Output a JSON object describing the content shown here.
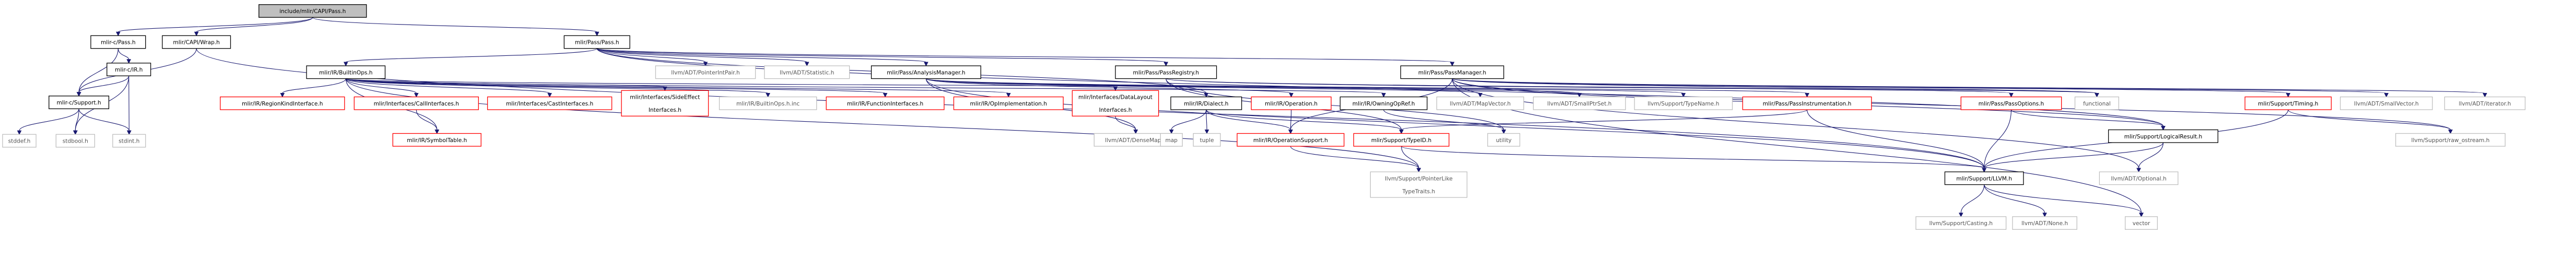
{
  "graph": {
    "title": "include/mlir/CAPI/Pass.h",
    "colors": {
      "edge": "#191970",
      "root_fill": "#bfbfbf",
      "documented_border": "#000000",
      "undocumented_border": "#ff0000",
      "external_border": "#bfbfbf"
    },
    "nodes": [
      {
        "id": "root",
        "label": "include/mlir/CAPI/Pass.h",
        "kind": "root"
      },
      {
        "id": "mlir_c_pass",
        "label": "mlir-c/Pass.h",
        "kind": "normal"
      },
      {
        "id": "capi_wrap",
        "label": "mlir/CAPI/Wrap.h",
        "kind": "normal"
      },
      {
        "id": "pass_pass",
        "label": "mlir/Pass/Pass.h",
        "kind": "normal"
      },
      {
        "id": "mlir_c_ir",
        "label": "mlir-c/IR.h",
        "kind": "normal"
      },
      {
        "id": "mlir_c_support",
        "label": "mlir-c/Support.h",
        "kind": "normal"
      },
      {
        "id": "stddef",
        "label": "stddef.h",
        "kind": "grey"
      },
      {
        "id": "stdbool",
        "label": "stdbool.h",
        "kind": "grey"
      },
      {
        "id": "stdint",
        "label": "stdint.h",
        "kind": "grey"
      },
      {
        "id": "builtinops",
        "label": "mlir/IR/BuiltinOps.h",
        "kind": "normal"
      },
      {
        "id": "pointerintpair",
        "label": "llvm/ADT/PointerIntPair.h",
        "kind": "grey"
      },
      {
        "id": "statistic",
        "label": "llvm/ADT/Statistic.h",
        "kind": "grey"
      },
      {
        "id": "analysismanager",
        "label": "mlir/Pass/AnalysisManager.h",
        "kind": "normal"
      },
      {
        "id": "passregistry",
        "label": "mlir/Pass/PassRegistry.h",
        "kind": "normal"
      },
      {
        "id": "passmanager",
        "label": "mlir/Pass/PassManager.h",
        "kind": "normal"
      },
      {
        "id": "regionkind",
        "label": "mlir/IR/RegionKindInterface.h",
        "kind": "red"
      },
      {
        "id": "callinterfaces",
        "label": "mlir/Interfaces/CallInterfaces.h",
        "kind": "red"
      },
      {
        "id": "castinterfaces",
        "label": "mlir/Interfaces/CastInterfaces.h",
        "kind": "red"
      },
      {
        "id": "sideeffect",
        "label": [
          "mlir/Interfaces/SideEffect",
          "Interfaces.h"
        ],
        "kind": "red"
      },
      {
        "id": "builtinops_inc",
        "label": "mlir/IR/BuiltinOps.h.inc",
        "kind": "grey"
      },
      {
        "id": "functionif",
        "label": "mlir/IR/FunctionInterfaces.h",
        "kind": "red"
      },
      {
        "id": "opimpl",
        "label": "mlir/IR/OpImplementation.h",
        "kind": "red"
      },
      {
        "id": "datalayout",
        "label": [
          "mlir/Interfaces/DataLayout",
          "Interfaces.h"
        ],
        "kind": "red"
      },
      {
        "id": "dialect",
        "label": "mlir/IR/Dialect.h",
        "kind": "normal"
      },
      {
        "id": "operation",
        "label": "mlir/IR/Operation.h",
        "kind": "red"
      },
      {
        "id": "owningopref",
        "label": "mlir/IR/OwningOpRef.h",
        "kind": "normal"
      },
      {
        "id": "mapvector",
        "label": "llvm/ADT/MapVector.h",
        "kind": "grey"
      },
      {
        "id": "smallptrset",
        "label": "llvm/ADT/SmallPtrSet.h",
        "kind": "grey"
      },
      {
        "id": "typename",
        "label": "llvm/Support/TypeName.h",
        "kind": "grey"
      },
      {
        "id": "passinstr",
        "label": "mlir/Pass/PassInstrumentation.h",
        "kind": "red"
      },
      {
        "id": "passoptions",
        "label": "mlir/Pass/PassOptions.h",
        "kind": "red"
      },
      {
        "id": "functional",
        "label": "functional",
        "kind": "grey"
      },
      {
        "id": "logicalresult",
        "label": "mlir/Support/LogicalResult.h",
        "kind": "normal"
      },
      {
        "id": "timing",
        "label": "mlir/Support/Timing.h",
        "kind": "red"
      },
      {
        "id": "smallvector",
        "label": "llvm/ADT/SmallVector.h",
        "kind": "grey"
      },
      {
        "id": "iterator",
        "label": "llvm/ADT/iterator.h",
        "kind": "grey"
      },
      {
        "id": "symboltable",
        "label": "mlir/IR/SymbolTable.h",
        "kind": "red"
      },
      {
        "id": "densemap",
        "label": "llvm/ADT/DenseMap.h",
        "kind": "grey"
      },
      {
        "id": "map",
        "label": "map",
        "kind": "grey"
      },
      {
        "id": "tuple",
        "label": "tuple",
        "kind": "grey"
      },
      {
        "id": "opsupport",
        "label": "mlir/IR/OperationSupport.h",
        "kind": "red"
      },
      {
        "id": "typeid",
        "label": "mlir/Support/TypeID.h",
        "kind": "red"
      },
      {
        "id": "utility",
        "label": "utility",
        "kind": "grey"
      },
      {
        "id": "raw_ostream",
        "label": "llvm/Support/raw_ostream.h",
        "kind": "grey"
      },
      {
        "id": "pointerliketypetraits",
        "label": [
          "llvm/Support/PointerLike",
          "TypeTraits.h"
        ],
        "kind": "grey"
      },
      {
        "id": "llvm_h",
        "label": "mlir/Support/LLVM.h",
        "kind": "normal"
      },
      {
        "id": "optional",
        "label": "llvm/ADT/Optional.h",
        "kind": "grey"
      },
      {
        "id": "casting",
        "label": "llvm/Support/Casting.h",
        "kind": "grey"
      },
      {
        "id": "none",
        "label": "llvm/ADT/None.h",
        "kind": "grey"
      },
      {
        "id": "vector",
        "label": "vector",
        "kind": "grey"
      }
    ]
  }
}
